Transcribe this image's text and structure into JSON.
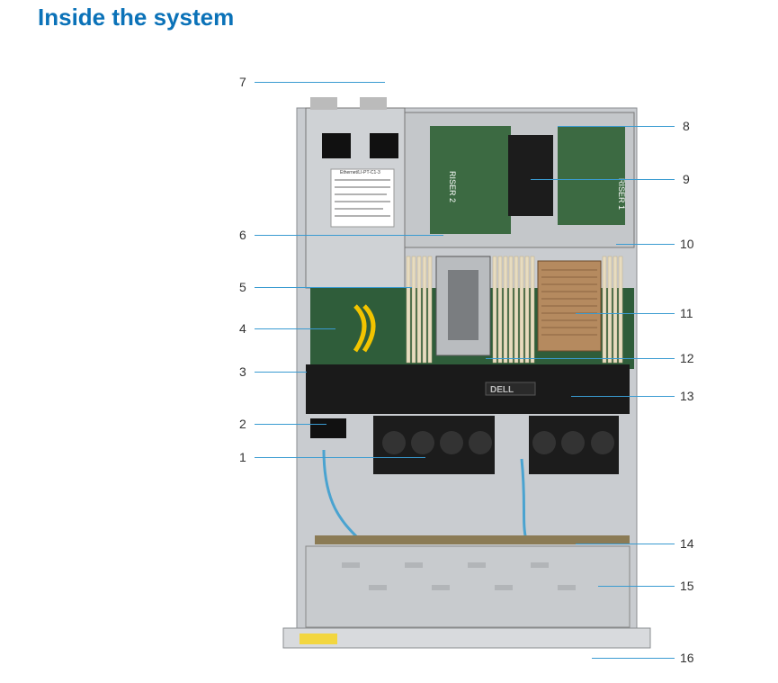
{
  "page": {
    "title": "Inside the system"
  },
  "figure": {
    "psu_labels": [
      "Ethernet/LI-PT-C1-3"
    ],
    "callouts": [
      "1",
      "2",
      "3",
      "4",
      "5",
      "6",
      "7",
      "8",
      "9",
      "10",
      "11",
      "12",
      "13",
      "14",
      "15",
      "16"
    ],
    "riser_labels": [
      "RISER 2",
      "RISER 1"
    ],
    "brand": "DELL"
  },
  "colors": {
    "title": "#0b72b8",
    "leader": "#3a9bd1",
    "chassis": "#d9dcdf",
    "board": "#2f5d3a",
    "shroud": "#1a1a1a",
    "dimm": "#e7dcc0"
  }
}
